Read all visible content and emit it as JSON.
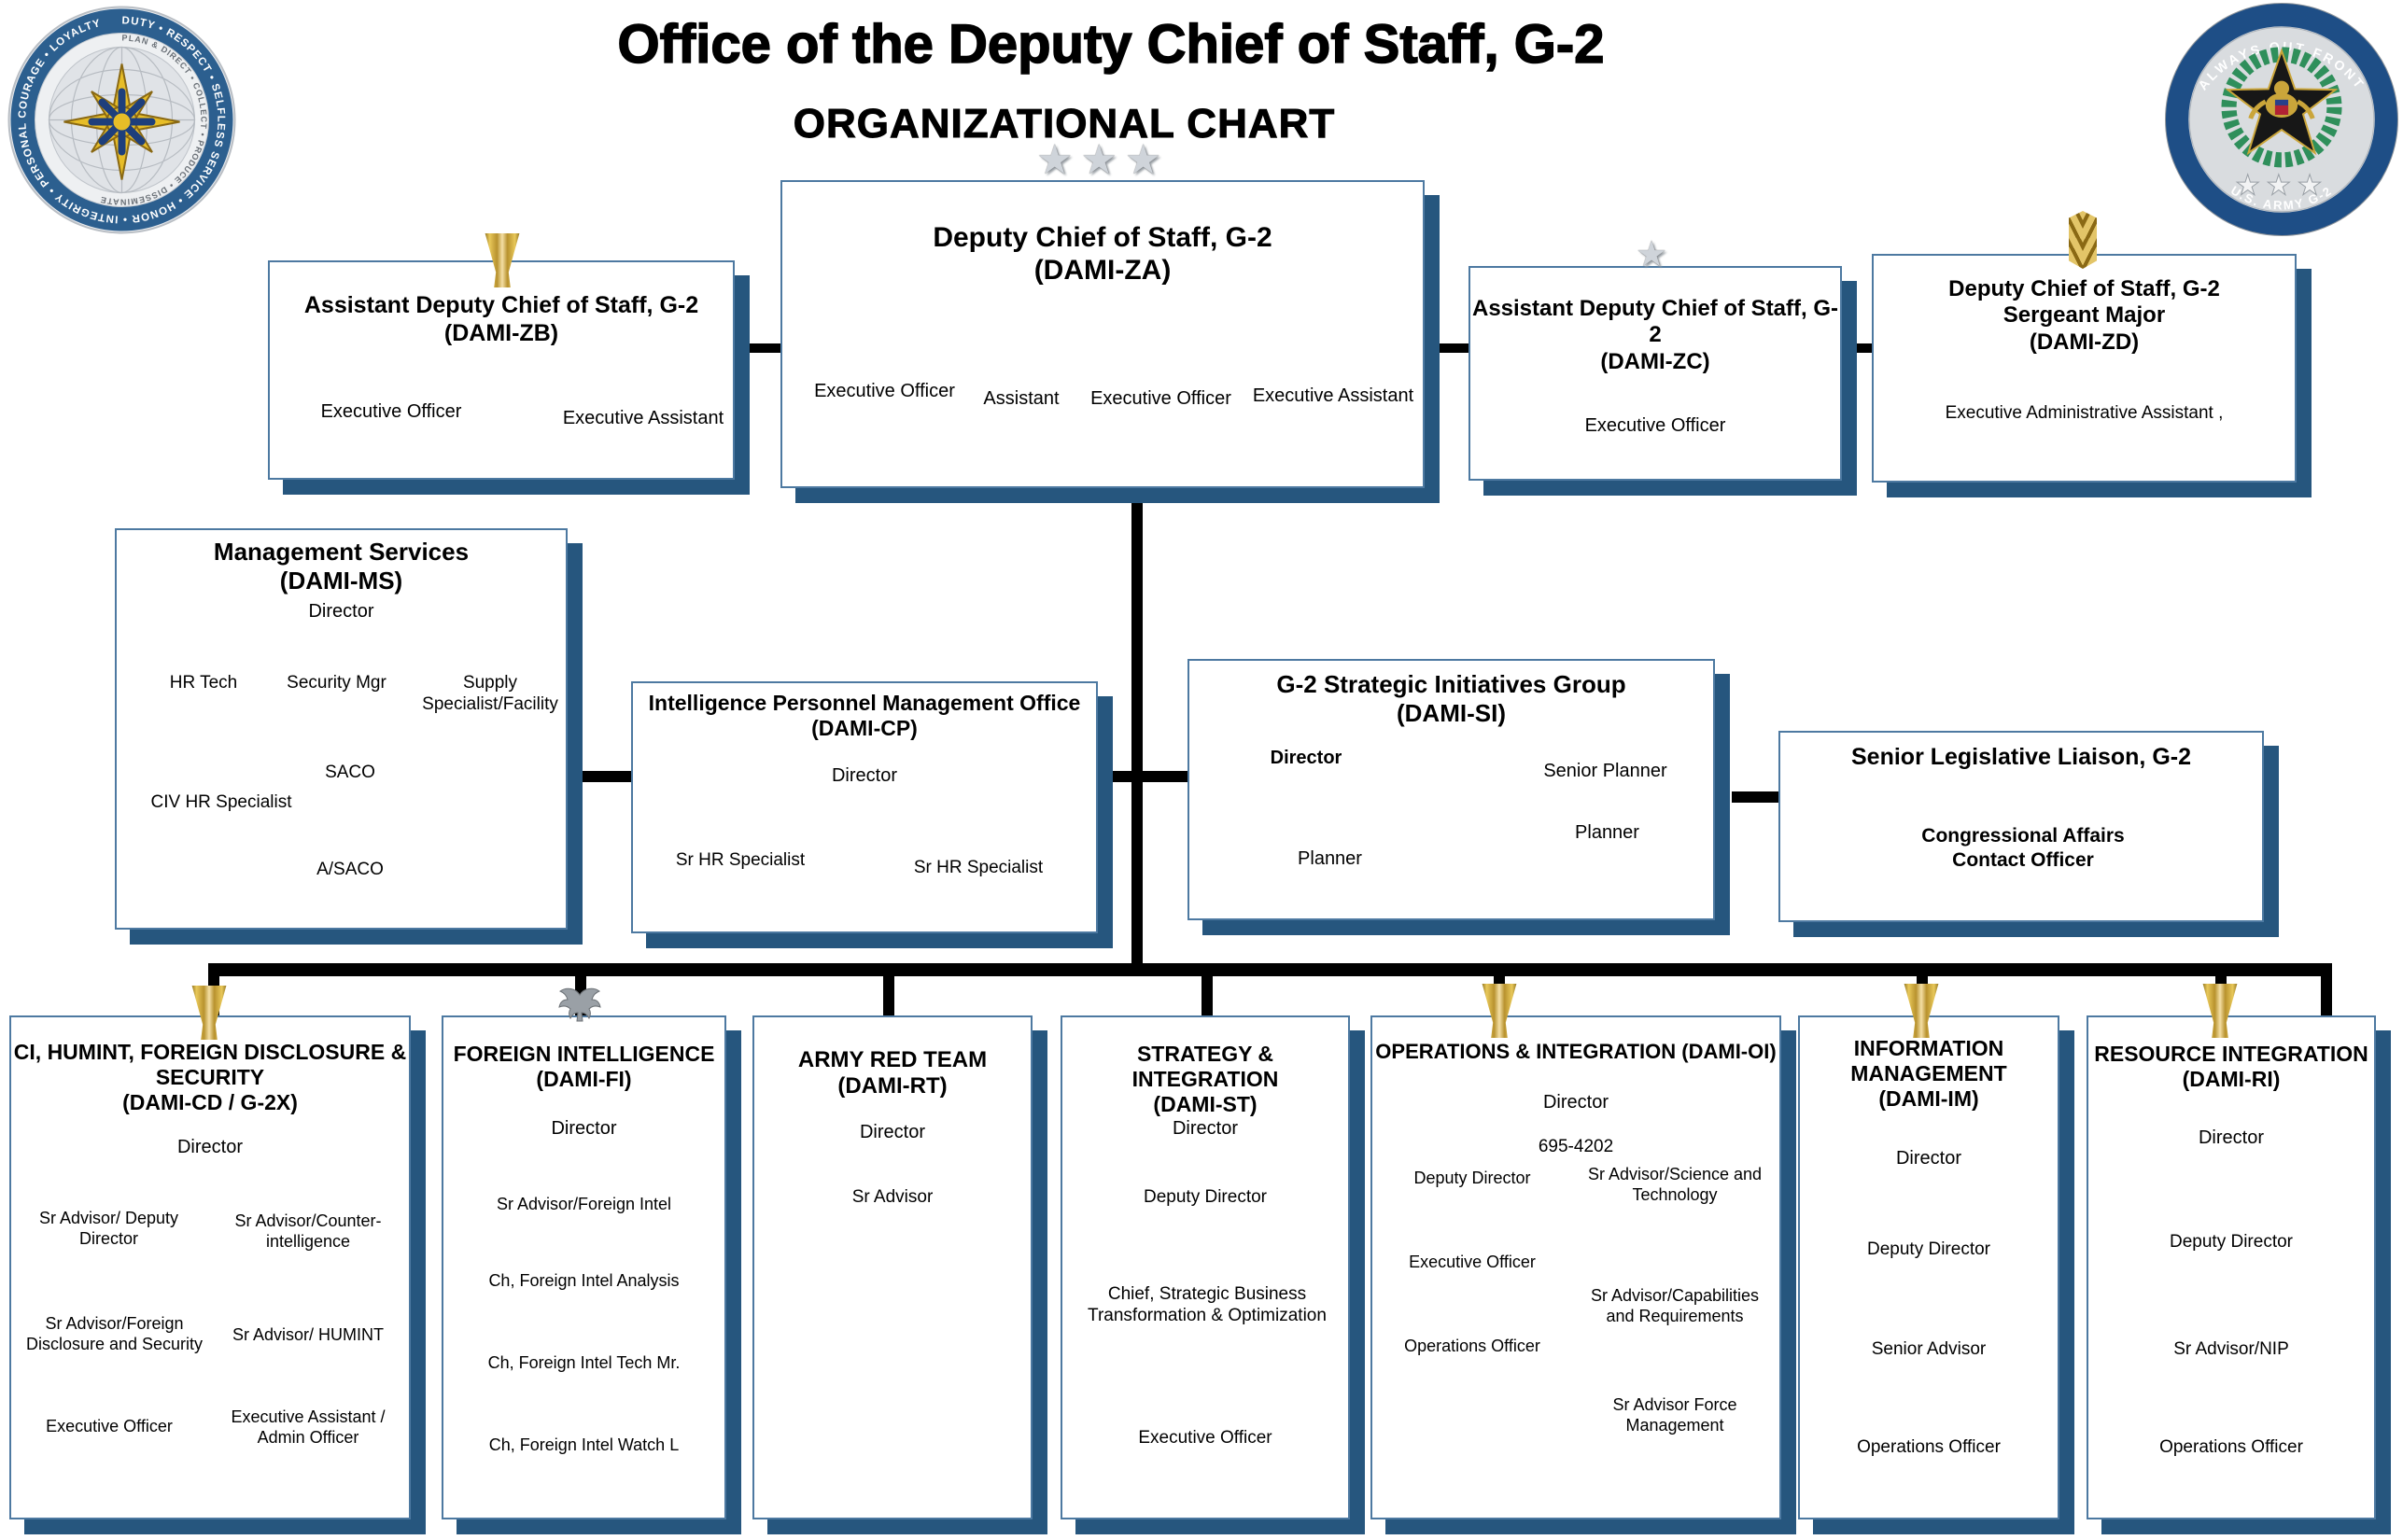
{
  "header": {
    "title": "Office of the Deputy Chief of Staff, G-2",
    "subtitle": "ORGANIZATIONAL CHART"
  },
  "seals": {
    "left": {
      "outer_ring_text": "DUTY • RESPECT • SELFLESS SERVICE • HONOR • INTEGRITY • PERSONAL COURAGE • LOYALTY",
      "inner_ring_text": "PLAN & DIRECT   •   COLLECT   •   PRODUCE   •   DISSEMINATE"
    },
    "right": {
      "top_text": "ALWAYS OUT FRONT",
      "bottom_text": "U.S. ARMY G-2",
      "stars": "★★★"
    }
  },
  "rank_icons": {
    "za_stars": "★★★",
    "zc_star": "★"
  },
  "boxes": {
    "za": {
      "title": "Deputy Chief of Staff, G-2",
      "code": "(DAMI-ZA)",
      "roles": [
        "Executive Officer",
        "Assistant",
        "Executive Officer",
        "Executive Assistant"
      ]
    },
    "zb": {
      "title": "Assistant Deputy Chief of Staff, G-2",
      "code": "(DAMI-ZB)",
      "roles": [
        "Executive Officer",
        "Executive Assistant"
      ]
    },
    "zc": {
      "title": "Assistant Deputy Chief of Staff, G-2",
      "code": "(DAMI-ZC)",
      "roles": [
        "Executive Officer"
      ]
    },
    "zd": {
      "title": "Deputy Chief of Staff, G-2 Sergeant Major",
      "code": "(DAMI-ZD)",
      "roles": [
        "Executive Administrative Assistant ,"
      ]
    },
    "ms": {
      "title": "Management Services",
      "code": "(DAMI-MS)",
      "director": "Director",
      "roles": [
        "HR Tech",
        "Security Mgr",
        "Supply Specialist/Facility",
        "SACO",
        "CIV HR Specialist",
        "A/SACO"
      ]
    },
    "cp": {
      "title": "Intelligence Personnel Management Office",
      "code": "(DAMI-CP)",
      "director": "Director",
      "roles": [
        "Sr HR Specialist",
        "Sr HR Specialist"
      ]
    },
    "si": {
      "title": "G-2 Strategic Initiatives Group",
      "code": "(DAMI-SI)",
      "director": "Director",
      "roles": [
        "Senior Planner",
        "Planner",
        "Planner"
      ]
    },
    "sll": {
      "title": "Senior Legislative Liaison, G-2",
      "body": "Congressional Affairs Contact Officer"
    },
    "ci": {
      "title": "CI, HUMINT, FOREIGN DISCLOSURE & SECURITY",
      "code": "(DAMI-CD / G-2X)",
      "director": "Director",
      "roles": [
        "Sr Advisor/ Deputy Director",
        "Sr Advisor/Counter-intelligence",
        "Sr Advisor/Foreign Disclosure and Security",
        "Sr Advisor/ HUMINT",
        "Executive Officer",
        "Executive Assistant / Admin Officer"
      ]
    },
    "fi": {
      "title": "FOREIGN INTELLIGENCE",
      "code": "(DAMI-FI)",
      "director": "Director",
      "roles": [
        "Sr Advisor/Foreign Intel",
        "Ch, Foreign Intel Analysis",
        "Ch, Foreign Intel Tech Mr.",
        "Ch, Foreign Intel Watch L"
      ]
    },
    "rt": {
      "title": "ARMY RED TEAM",
      "code": "(DAMI-RT)",
      "director": "Director",
      "roles": [
        "Sr Advisor"
      ]
    },
    "st": {
      "title": "STRATEGY & INTEGRATION",
      "code": "(DAMI-ST)",
      "director": "Director",
      "roles": [
        "Deputy Director",
        "Chief, Strategic Business Transformation & Optimization",
        "Executive Officer"
      ]
    },
    "oi": {
      "title": "OPERATIONS & INTEGRATION (DAMI-OI)",
      "director": "Director",
      "phone": "695-4202",
      "left_roles": [
        "Deputy Director",
        "Executive Officer",
        "Operations Officer"
      ],
      "right_roles": [
        "Sr Advisor/Science and Technology",
        "Sr Advisor/Capabilities and Requirements",
        "Sr Advisor Force Management"
      ]
    },
    "im": {
      "title": "INFORMATION MANAGEMENT",
      "code": "(DAMI-IM)",
      "director": "Director",
      "roles": [
        "Deputy Director",
        "Senior Advisor",
        "Operations Officer"
      ]
    },
    "ri": {
      "title": "RESOURCE INTEGRATION",
      "code": "(DAMI-RI)",
      "director": "Director",
      "roles": [
        "Deputy Director",
        "Sr Advisor/NIP",
        "Operations Officer"
      ]
    }
  },
  "colors": {
    "box_border": "#4d79a1",
    "shadow": "#26567e",
    "line": "#000000",
    "seal_ring_blue": "#2c5f8f",
    "gold": "#d4af37",
    "star_silver": "#cfd4da"
  }
}
